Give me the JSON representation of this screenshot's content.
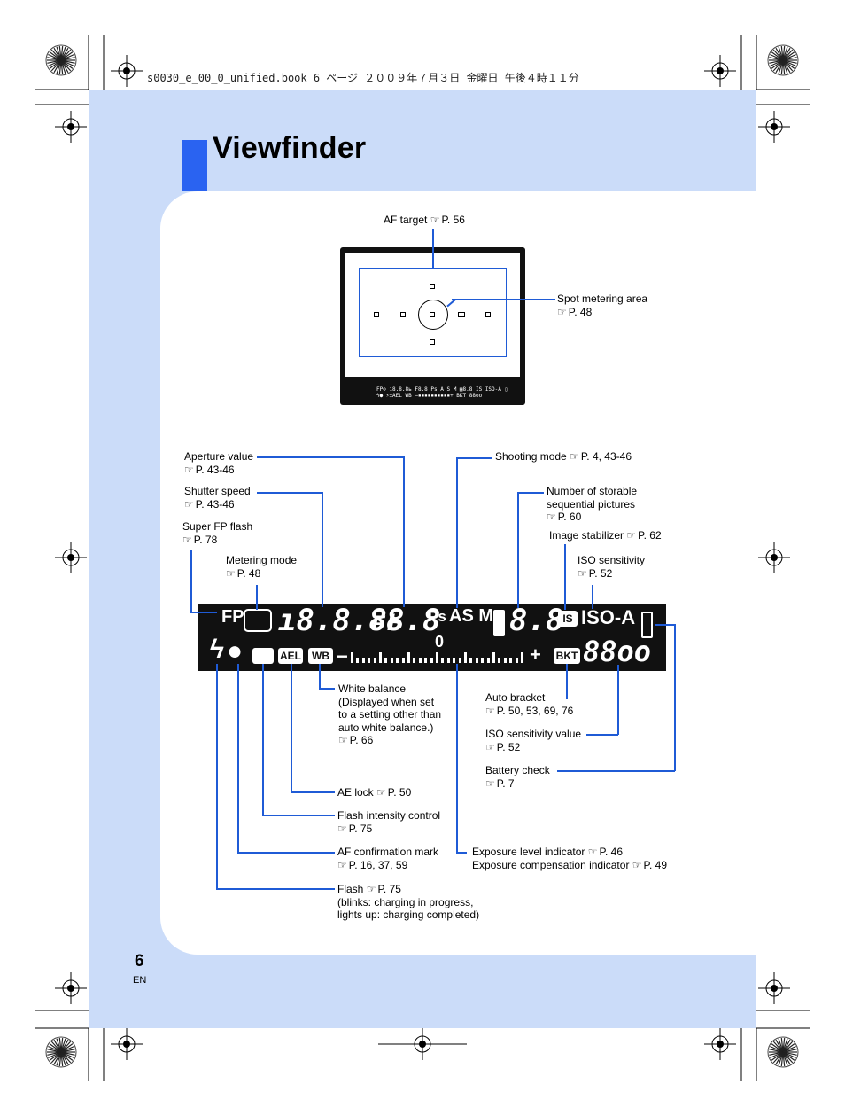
{
  "header": {
    "running": "s0030_e_00_0_unified.book  6 ページ  ２００９年７月３日  金曜日  午後４時１１分"
  },
  "page": {
    "title": "Viewfinder",
    "number": "6",
    "lang": "EN"
  },
  "viewfinder": {
    "af_target": {
      "label": "AF target",
      "ref": "P. 56"
    },
    "spot_metering": {
      "label": "Spot metering area",
      "ref": "P. 48"
    },
    "mini_row1": "FP⊙ ı8.8.8ь F8.8 Ps A S M ▣8.8 IS ISO-A ▯",
    "mini_row2": "ϟ● ⚡±AEL WB −▪▪▪▪▪▪▪▪▪▪+ BKT 88oo"
  },
  "lcd": {
    "fp": "FP",
    "shutter": "ı8.8.8ь",
    "f": "F",
    "aperture": "8.8",
    "ps": "Ps",
    "asm": "AS M",
    "seq": "8.8",
    "is": "IS",
    "iso": "ISO-A",
    "minus": "−",
    "plus": "+",
    "zero": "0",
    "ael": "AEL",
    "wb": "WB",
    "bkt": "BKT",
    "isoval": "88oo",
    "flash": "ϟ",
    "afmark": "●"
  },
  "labels": {
    "aperture": {
      "label": "Aperture value",
      "ref": "P. 43-46"
    },
    "shutter": {
      "label": "Shutter speed",
      "ref": "P. 43-46"
    },
    "superfp": {
      "label": "Super FP flash",
      "ref": "P. 78"
    },
    "metering": {
      "label": "Metering mode",
      "ref": "P. 48"
    },
    "shooting": {
      "label": "Shooting mode",
      "ref": "P. 4, 43-46"
    },
    "storable": {
      "line1": "Number of storable",
      "line2": "sequential pictures",
      "ref": "P. 60"
    },
    "stabilizer": {
      "label": "Image stabilizer",
      "ref": "P. 62"
    },
    "iso": {
      "label": "ISO sensitivity",
      "ref": "P. 52"
    },
    "wb": {
      "line1": "White balance",
      "line2": "(Displayed when set",
      "line3": "to a setting other than",
      "line4": "auto white balance.)",
      "ref": "P. 66"
    },
    "bracket": {
      "label": "Auto bracket",
      "ref": "P. 50, 53, 69, 76"
    },
    "isoval": {
      "label": "ISO sensitivity value",
      "ref": "P. 52"
    },
    "battery": {
      "label": "Battery check",
      "ref": "P. 7"
    },
    "aelock": {
      "label": "AE lock",
      "ref": "P. 50"
    },
    "flashint": {
      "label": "Flash intensity control",
      "ref": "P. 75"
    },
    "afconf": {
      "label": "AF confirmation mark",
      "ref": "P. 16, 37, 59"
    },
    "exposure": {
      "line1": "Exposure level indicator",
      "ref1": "P. 46",
      "line2": "Exposure compensation indicator",
      "ref2": "P. 49"
    },
    "flash": {
      "label": "Flash",
      "ref": "P. 75",
      "line2": "(blinks: charging in progress,",
      "line3": "lights up: charging completed)"
    }
  }
}
